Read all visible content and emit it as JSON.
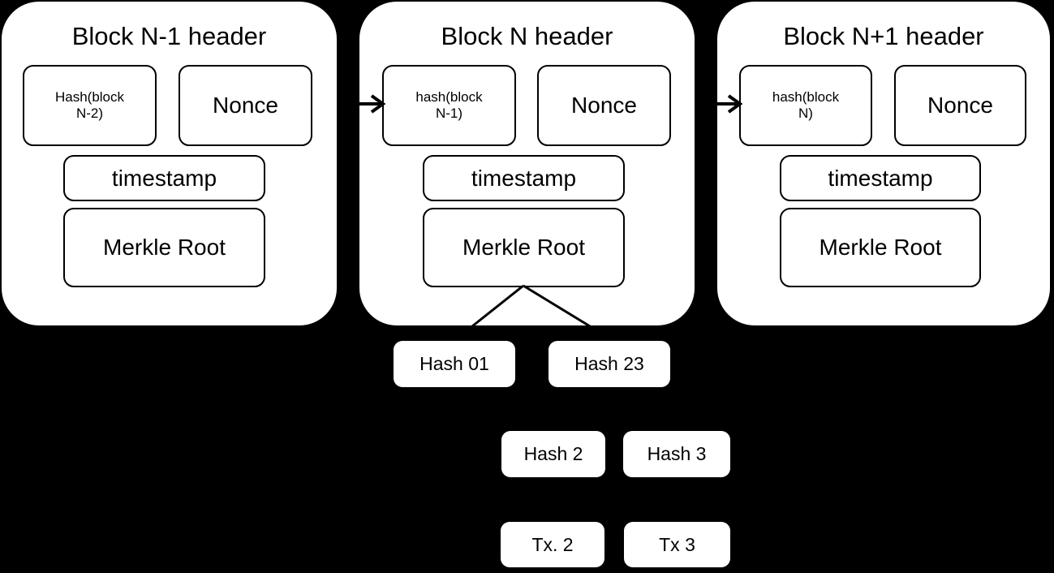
{
  "diagram": {
    "title": "Blockchain block header chain with Merkle tree",
    "background_color": "#000000",
    "card_color": "#ffffff",
    "stroke_color": "#000000"
  },
  "blocks": [
    {
      "id": "block-n-minus-1",
      "title": "Block N-1 header",
      "prev_hash_label": "Hash(block\nN-2)",
      "prev_hash_line1": "Hash(block",
      "prev_hash_line2": "N-2)",
      "nonce_label": "Nonce",
      "timestamp_label": "timestamp",
      "merkle_root_label": "Merkle Root",
      "has_incoming_arrow": false
    },
    {
      "id": "block-n",
      "title": "Block N header",
      "prev_hash_label": "hash(block\nN-1)",
      "prev_hash_line1": "hash(block",
      "prev_hash_line2": "N-1)",
      "nonce_label": "Nonce",
      "timestamp_label": "timestamp",
      "merkle_root_label": "Merkle Root",
      "has_incoming_arrow": true
    },
    {
      "id": "block-n-plus-1",
      "title": "Block N+1 header",
      "prev_hash_label": "hash(block\nN)",
      "prev_hash_line1": "hash(block",
      "prev_hash_line2": "N)",
      "nonce_label": "Nonce",
      "timestamp_label": "timestamp",
      "merkle_root_label": "Merkle Root",
      "has_incoming_arrow": true
    }
  ],
  "merkle_tree": {
    "branch_nodes": [
      {
        "id": "hash-01",
        "label": "Hash 01"
      },
      {
        "id": "hash-23",
        "label": "Hash 23"
      }
    ],
    "leaf_hash_nodes": [
      {
        "id": "hash-2",
        "label": "Hash 2"
      },
      {
        "id": "hash-3",
        "label": "Hash 3"
      }
    ],
    "transaction_nodes": [
      {
        "id": "tx-2",
        "label": "Tx. 2"
      },
      {
        "id": "tx-3",
        "label": "Tx 3"
      }
    ]
  },
  "connectors": {
    "chain_arrows": [
      {
        "id": "arrow-block-n-1-to-block-n",
        "from": "block-n-minus-1",
        "to": "block-n"
      },
      {
        "id": "arrow-block-n-to-block-n-1",
        "from": "block-n",
        "to": "block-n-plus-1"
      }
    ],
    "merkle_links": [
      {
        "id": "merkle-root-to-hash-01",
        "from": "merkle-root-n",
        "to": "hash-01"
      },
      {
        "id": "merkle-root-to-hash-23",
        "from": "merkle-root-n",
        "to": "hash-23"
      }
    ]
  }
}
